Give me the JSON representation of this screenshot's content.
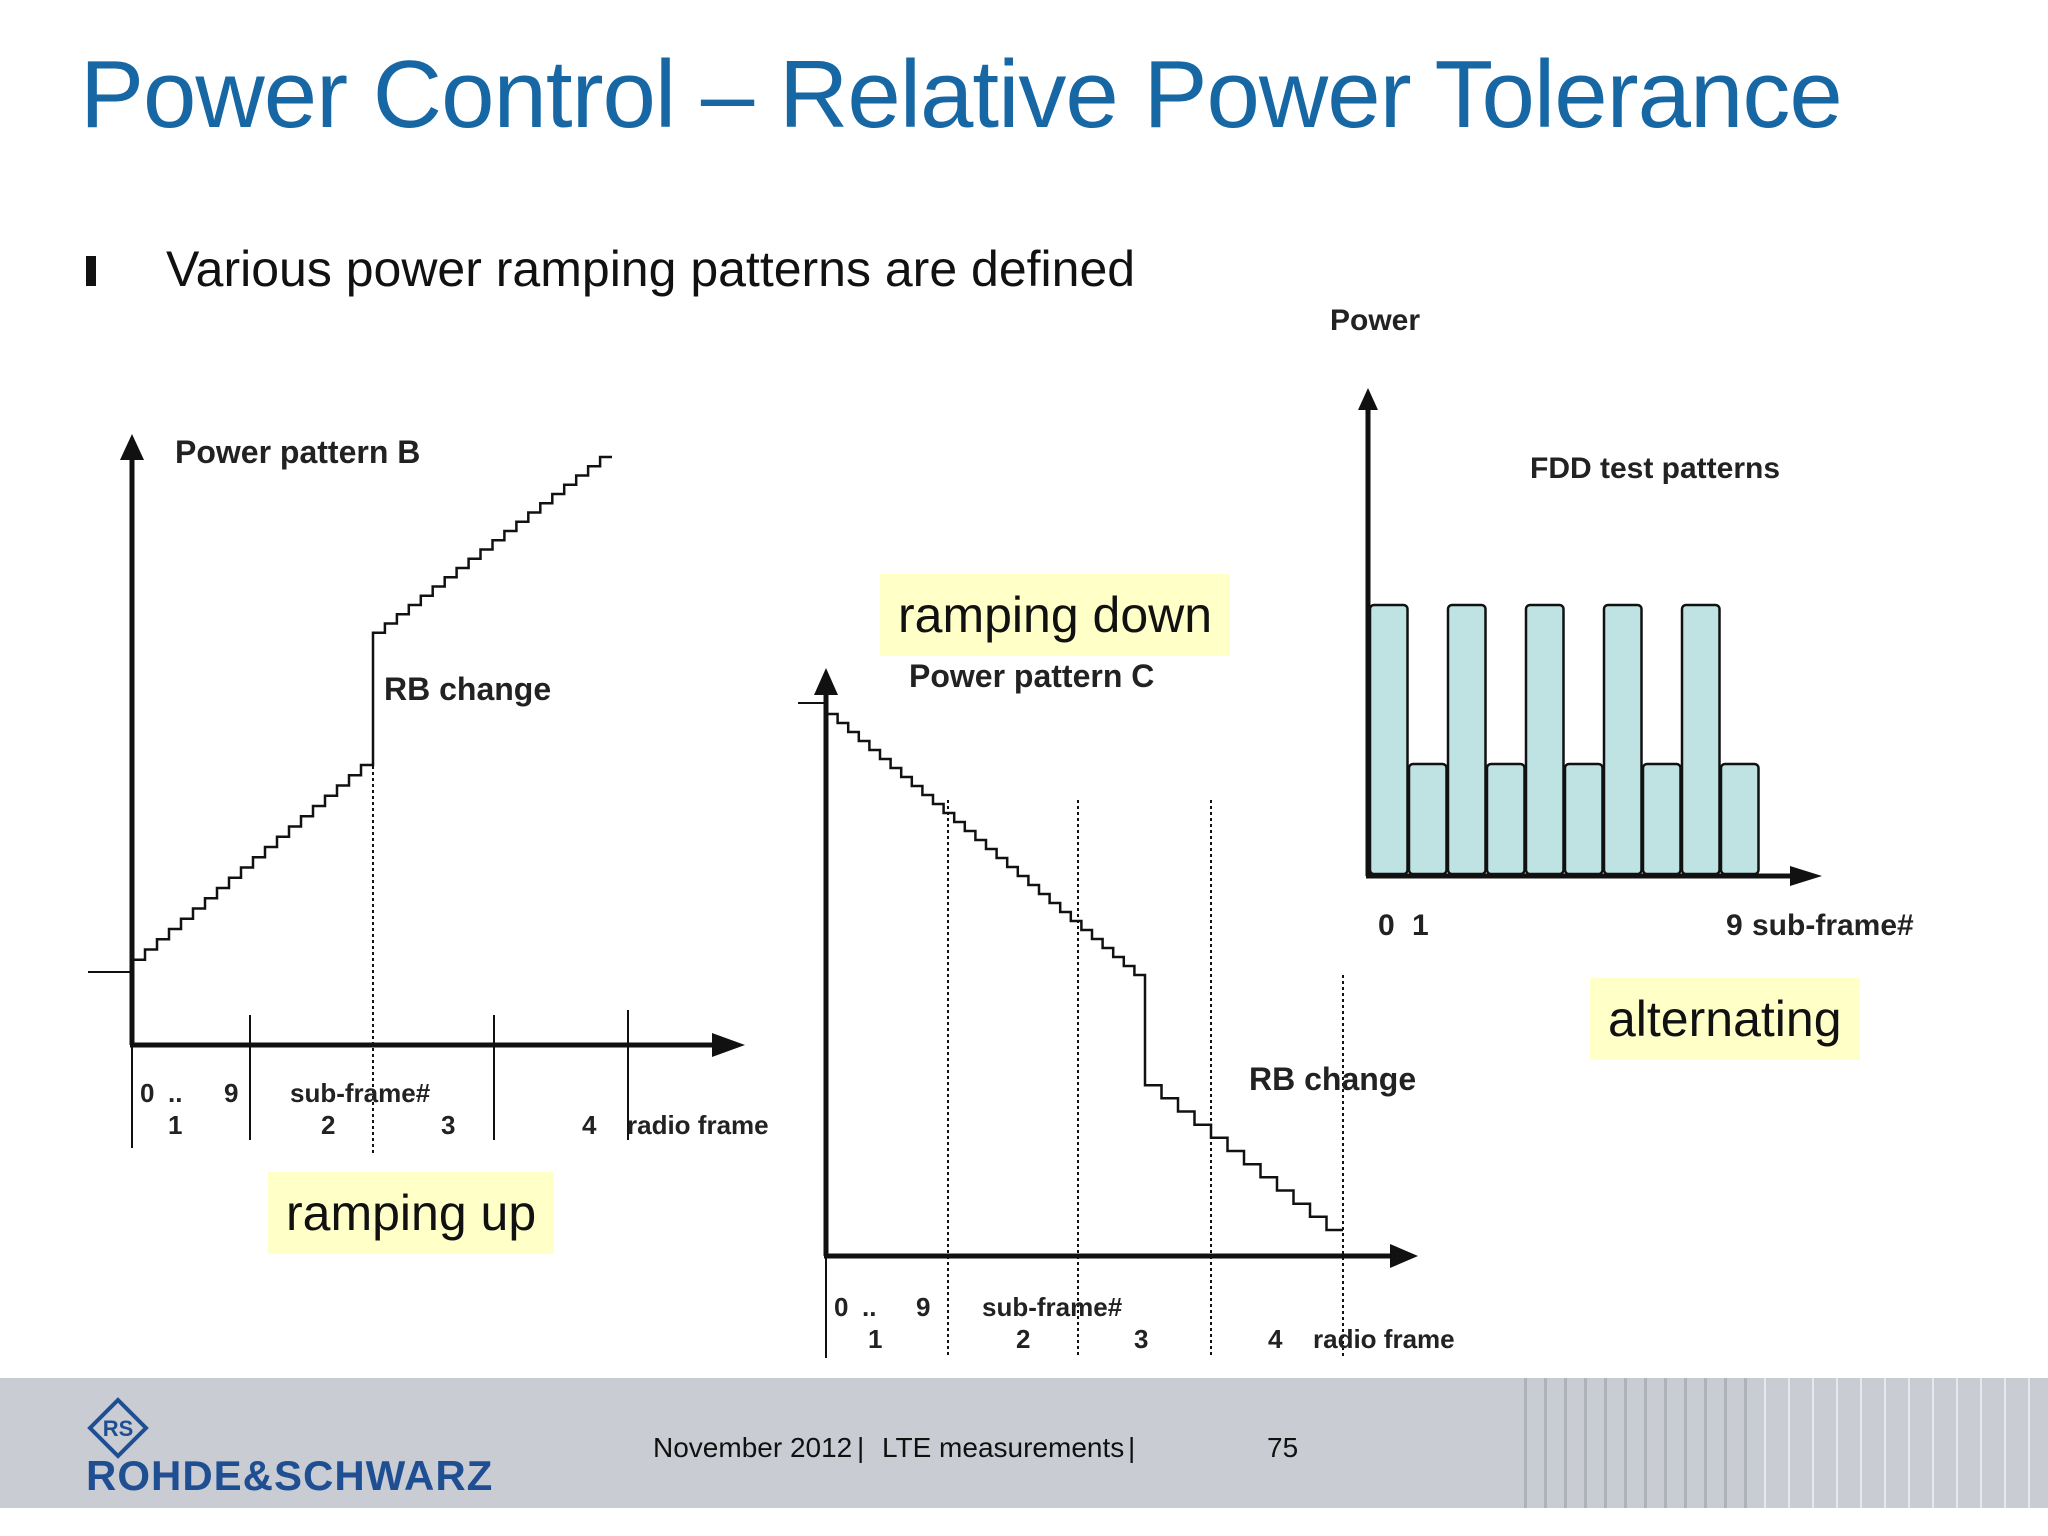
{
  "slide": {
    "title": "Power Control – Relative Power Tolerance",
    "bullet": "Various power ramping patterns are defined"
  },
  "callouts": {
    "ramping_up": "ramping up",
    "ramping_down": "ramping down",
    "alternating": "alternating"
  },
  "diagram_b": {
    "title": "Power pattern B",
    "rb_change": "RB change",
    "sub_frame_label": "sub-frame#",
    "radio_frame_label": "radio frame",
    "sub_start": "0",
    "sub_dots": "..",
    "sub_end": "9",
    "frames": [
      "1",
      "2",
      "3",
      "4"
    ]
  },
  "diagram_c": {
    "title": "Power pattern C",
    "rb_change": "RB change",
    "sub_frame_label": "sub-frame#",
    "radio_frame_label": "radio frame",
    "sub_start": "0",
    "sub_dots": "..",
    "sub_end": "9",
    "frames": [
      "1",
      "2",
      "3",
      "4"
    ]
  },
  "diagram_fdd": {
    "y_label": "Power",
    "title": "FDD test patterns",
    "x_start": "0",
    "x_second": "1",
    "x_end": "9",
    "x_label": "sub-frame#",
    "pattern": [
      "high",
      "low",
      "high",
      "low",
      "high",
      "low",
      "high",
      "low",
      "high",
      "low"
    ]
  },
  "footer": {
    "company": "ROHDE&SCHWARZ",
    "logo_letters": "RS",
    "date": "November 2012",
    "topic": "LTE measurements",
    "page": "75",
    "separator": "|"
  },
  "colors": {
    "title": "#1667a4",
    "callout_bg": "#ffffc8",
    "bar_fill": "#bfe3e3",
    "footer_bg": "#c9cdd3",
    "logo": "#1f4f92"
  }
}
